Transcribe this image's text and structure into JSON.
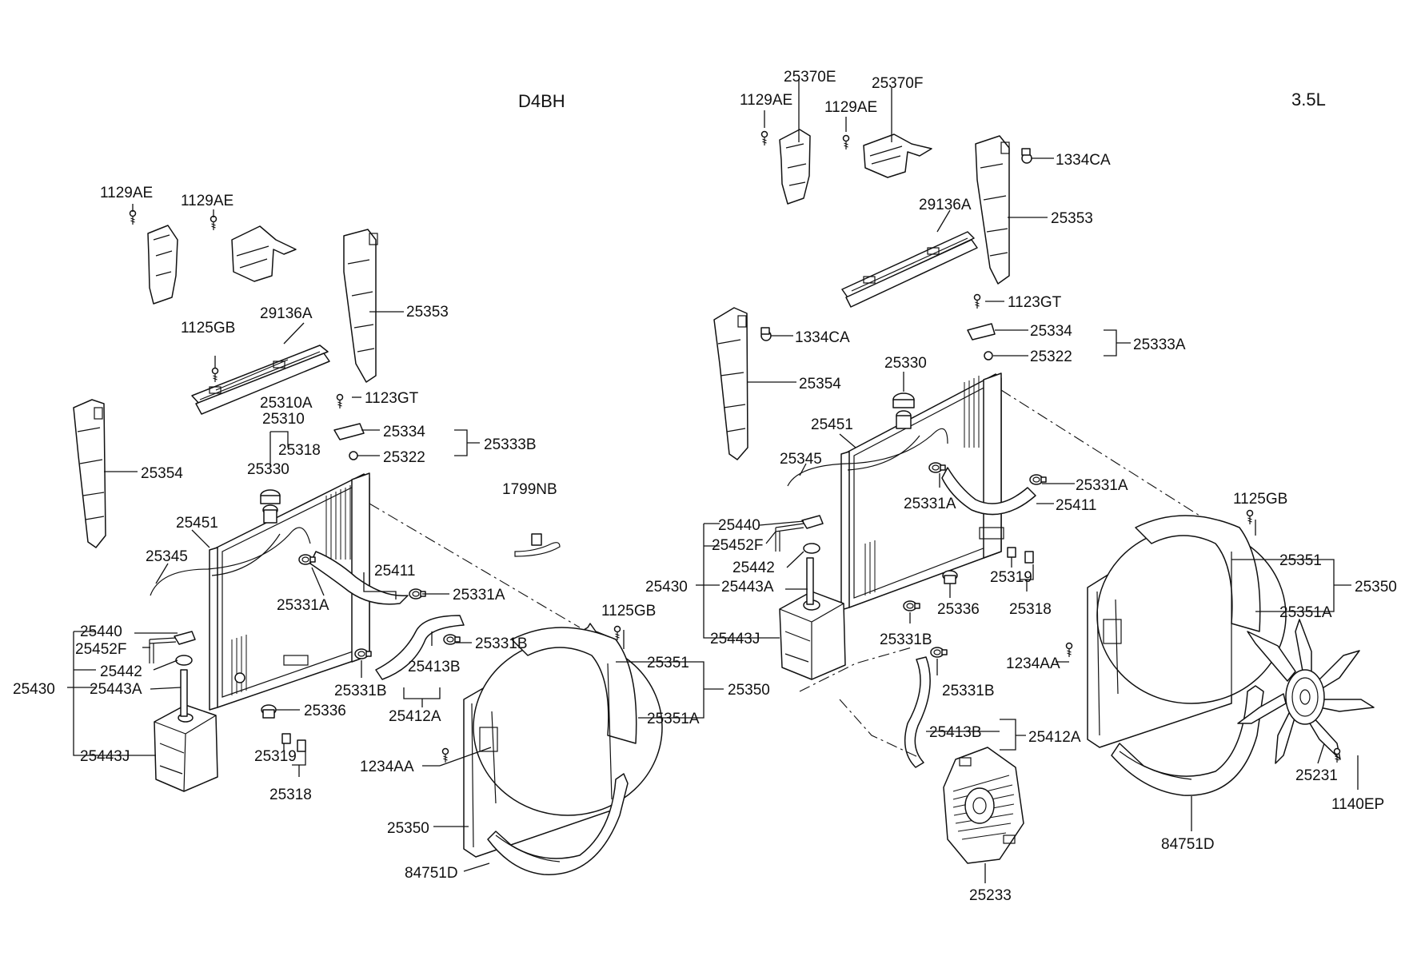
{
  "titles": {
    "left": "D4BH",
    "right": "3.5L"
  },
  "left_labels": {
    "p1129ae_a": "1129AE",
    "p1129ae_b": "1129AE",
    "p1125gb_top": "1125GB",
    "p29136a": "29136A",
    "p25353": "25353",
    "p25310a": "25310A",
    "p25310": "25310",
    "p25318_top": "25318",
    "p25330": "25330",
    "p1123gt": "1123GT",
    "p25334": "25334",
    "p25333b": "25333B",
    "p25322": "25322",
    "p25354": "25354",
    "p1799nb": "1799NB",
    "p25451": "25451",
    "p25345": "25345",
    "p25411": "25411",
    "p25331a_1": "25331A",
    "p25331a_2": "25331A",
    "p25331b_1": "25331B",
    "p25331b_2": "25331B",
    "p25413b": "25413B",
    "p25412a": "25412A",
    "p25440": "25440",
    "p25452f": "25452F",
    "p25442": "25442",
    "p25430": "25430",
    "p25443a": "25443A",
    "p25443j": "25443J",
    "p25336": "25336",
    "p25319": "25319",
    "p25318_bot": "25318",
    "p1125gb_fan": "1125GB",
    "p25351": "25351",
    "p25350_group": "25350",
    "p25351a": "25351A",
    "p1234aa": "1234AA",
    "p25350_part": "25350",
    "p84751d": "84751D"
  },
  "right_labels": {
    "p25370e": "25370E",
    "p25370f": "25370F",
    "p1129ae_a": "1129AE",
    "p1129ae_b": "1129AE",
    "p1334ca_top": "1334CA",
    "p29136a": "29136A",
    "p25353": "25353",
    "p1123gt": "1123GT",
    "p25334": "25334",
    "p25333a": "25333A",
    "p25322": "25322",
    "p1334ca_mid": "1334CA",
    "p25330": "25330",
    "p25354": "25354",
    "p25451": "25451",
    "p25345": "25345",
    "p25331a_1": "25331A",
    "p25331a_2": "25331A",
    "p25411": "25411",
    "p1125gb": "1125GB",
    "p25440": "25440",
    "p25452f": "25452F",
    "p25442": "25442",
    "p25430": "25430",
    "p25443a": "25443A",
    "p25443j": "25443J",
    "p25319": "25319",
    "p25318": "25318",
    "p25336": "25336",
    "p25331b_1": "25331B",
    "p25331b_2": "25331B",
    "p25351": "25351",
    "p25350": "25350",
    "p25351a": "25351A",
    "p1234aa": "1234AA",
    "p25413b": "25413B",
    "p25412a": "25412A",
    "p25231": "25231",
    "p1140ep": "1140EP",
    "p84751d": "84751D",
    "p25233": "25233"
  }
}
